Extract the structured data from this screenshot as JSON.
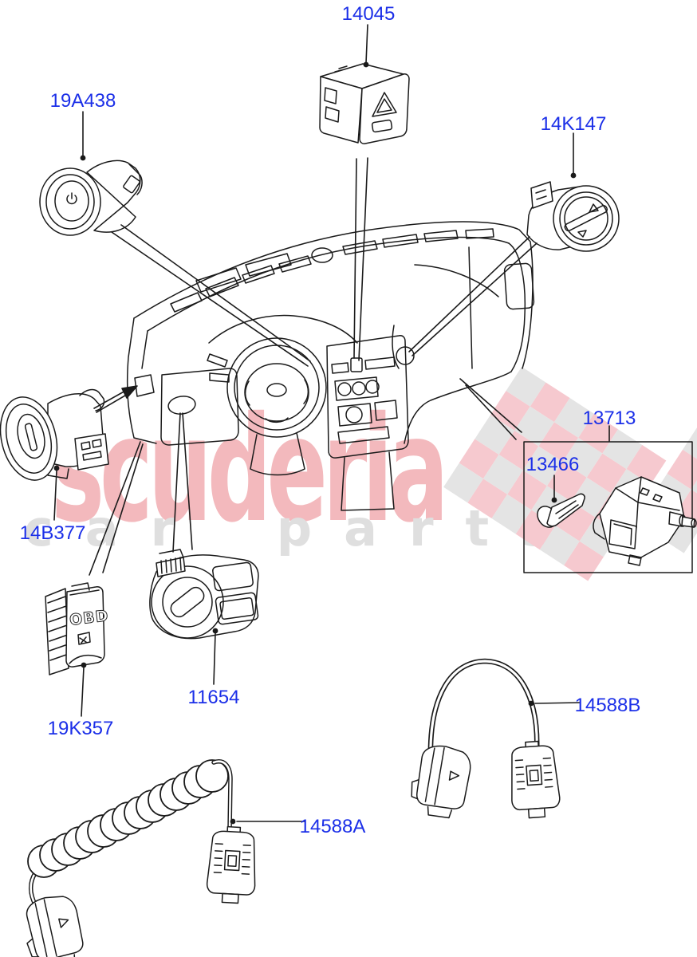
{
  "watermark": {
    "brand_text": "scuderia",
    "subtitle_text": "car parts",
    "brand_color": "#f3b9bd",
    "subtitle_color": "#dfdfdf",
    "flag_pink_color": "#f6c9cf",
    "flag_gray_color": "#e4e4e4"
  },
  "diagram": {
    "label_color": "#1b2fe8",
    "line_color": "#1a1a1a",
    "labels": {
      "14045": "14045",
      "19A438": "19A438",
      "14K147": "14K147",
      "13713": "13713",
      "13466": "13466",
      "14B377": "14B377",
      "19K357": "19K357",
      "11654": "11654",
      "14588A": "14588A",
      "14588B": "14588B"
    },
    "part_texts": {
      "obd_cover": "OBD"
    }
  }
}
